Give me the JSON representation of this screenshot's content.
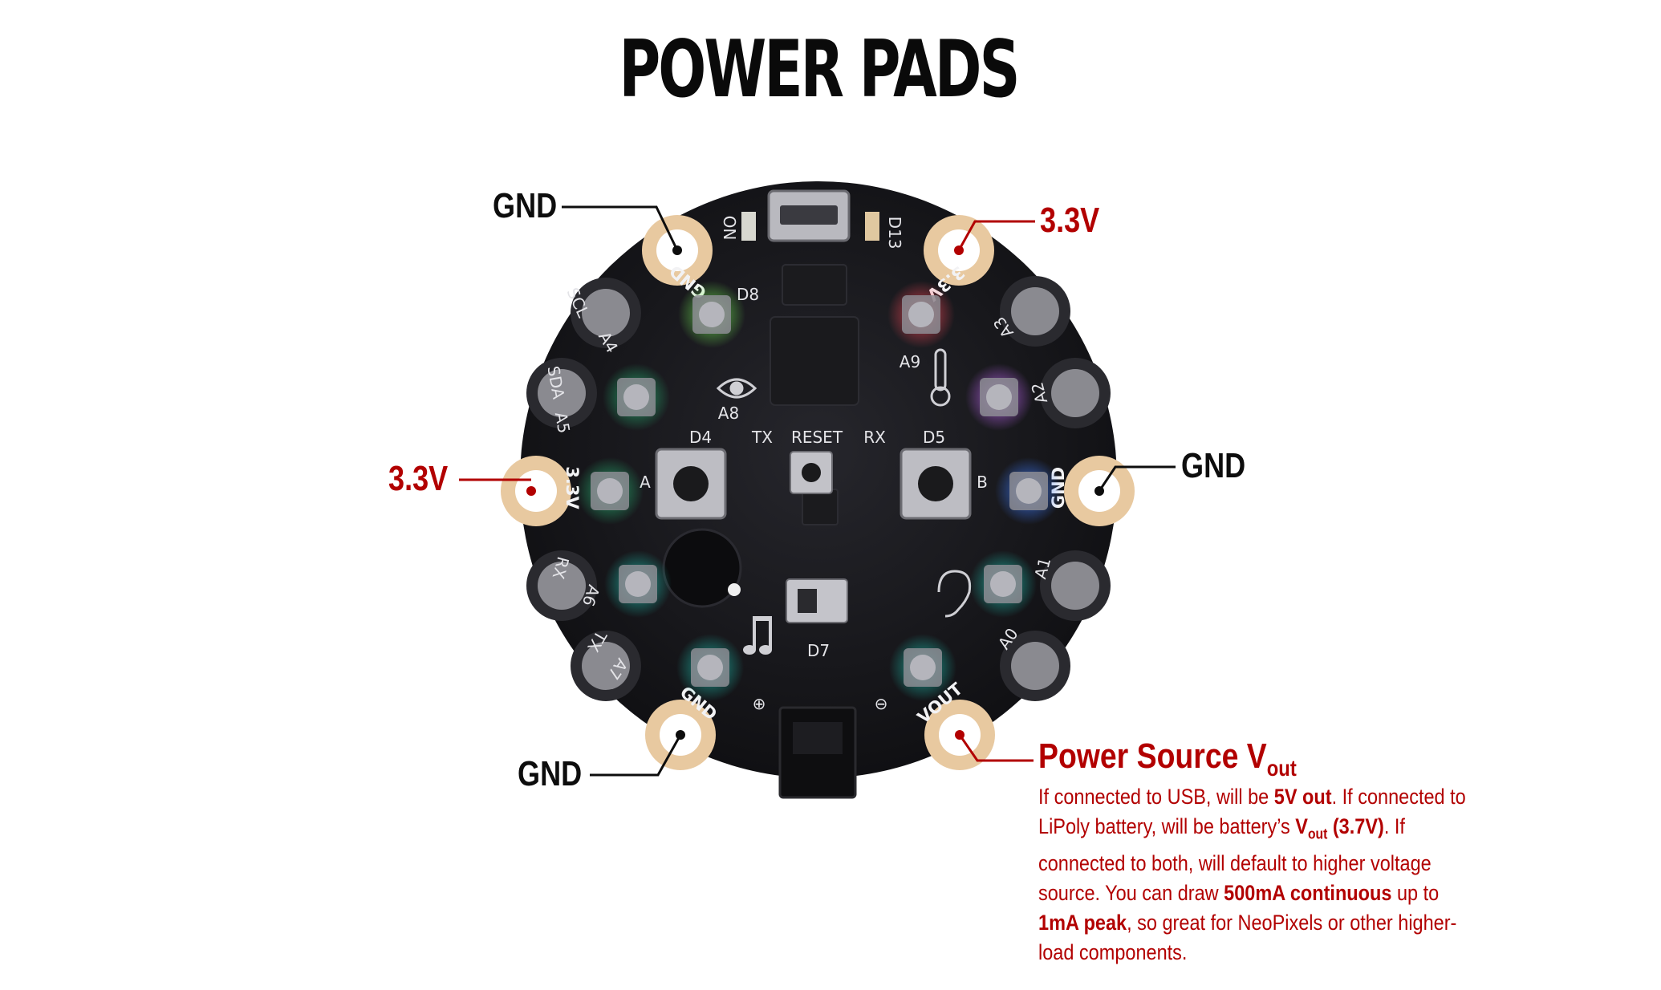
{
  "title": "POWER PADS",
  "callouts": {
    "gnd_top_left": "GND",
    "v33_top_right": "3.3V",
    "v33_left": "3.3V",
    "gnd_right": "GND",
    "gnd_bottom_left": "GND"
  },
  "board_labels": {
    "gnd": "GND",
    "v33": "3.3V",
    "vout": "VOUT",
    "reset": "RESET",
    "tx": "TX",
    "rx": "RX",
    "d4": "D4",
    "d5": "D5",
    "d7": "D7",
    "d8": "D8",
    "d13": "D13",
    "a0": "A0",
    "a1": "A1",
    "a2": "A2",
    "a3": "A3",
    "a4": "A4",
    "a5": "A5",
    "a6": "A6",
    "a7": "A7",
    "a8": "A8",
    "a9": "A9",
    "scl": "SCL",
    "sda": "SDA",
    "on": "ON",
    "btn_a": "A",
    "btn_b": "B",
    "plus": "⊕",
    "minus": "⊖"
  },
  "vout": {
    "heading": "Power Source V",
    "heading_sub": "out",
    "desc_1": "If connected to USB, will be ",
    "desc_b1": "5V out",
    "desc_2": ". If connected to LiPoly battery, will be battery’s ",
    "desc_b2": "V",
    "desc_b2_sub": "out",
    "desc_b3": " (3.7V)",
    "desc_3": ". If connected to both, will default to higher voltage source. You can draw ",
    "desc_b4": "500mA continuous",
    "desc_4": " up to ",
    "desc_b5": "1mA peak",
    "desc_5": ", so great for NeoPixels or other higher-load components."
  },
  "colors": {
    "board": "#16161a",
    "pad_copper": "#e8c9a0",
    "callout_red": "#b20000",
    "callout_black": "#0d0d0d",
    "neopixel_glows": [
      "#ff4a5a",
      "#c86bff",
      "#3f7dff",
      "#29c07a",
      "#1fc7b5",
      "#7aff5a",
      "#5a8bff",
      "#ff5aa0",
      "#2ee6a0",
      "#4a9dff"
    ]
  }
}
